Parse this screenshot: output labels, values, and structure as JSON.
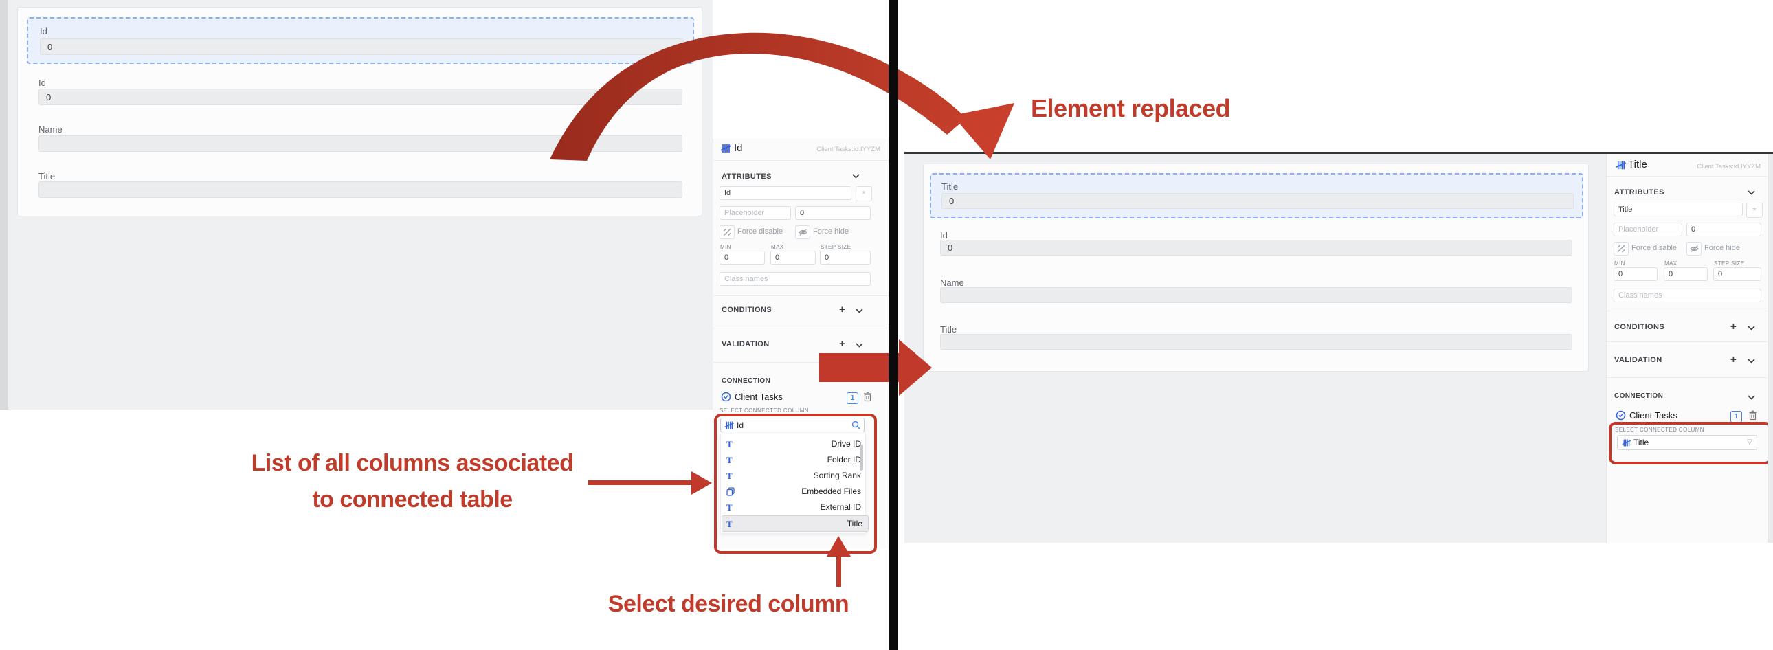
{
  "annotations": {
    "element_replaced": "Element replaced",
    "columns_caption_line1": "List of all columns associated",
    "columns_caption_line2": "to connected table",
    "select_caption": "Select desired column",
    "accent_color": "#c0392b"
  },
  "colors": {
    "annotation_red": "#c13b2b",
    "icon_blue": "#2d63e2",
    "selection_blue": "#8ab0f0",
    "canvas_gray": "#eef0f2"
  },
  "before": {
    "canvas": {
      "fields": [
        {
          "label": "Id",
          "value": "0",
          "selected": true
        },
        {
          "label": "Id",
          "value": "0"
        },
        {
          "label": "Name",
          "value": ""
        },
        {
          "label": "Title",
          "value": ""
        }
      ]
    },
    "inspector": {
      "title": "Id",
      "ref": "Client Tasks:id.IYYZM",
      "sections": {
        "attributes": "ATTRIBUTES",
        "conditions": "CONDITIONS",
        "validation": "VALIDATION",
        "connection": "CONNECTION"
      },
      "attributes": {
        "name_value": "Id",
        "star_glyph": "*",
        "placeholder_placeholder": "Placeholder",
        "default_value": "0",
        "force_disable_label": "Force disable",
        "force_hide_label": "Force hide",
        "min_label": "MIN",
        "max_label": "MAX",
        "step_label": "STEP SIZE",
        "min_value": "0",
        "max_value": "0",
        "step_value": "0",
        "class_placeholder": "Class names"
      },
      "connection": {
        "table_label": "Client Tasks",
        "badge": "1",
        "select_column_label": "SELECT CONNECTED COLUMN",
        "search_value": "Id",
        "columns": [
          {
            "label": "Drive ID",
            "icon": "text-column-icon"
          },
          {
            "label": "Folder ID",
            "icon": "text-column-icon"
          },
          {
            "label": "Sorting Rank",
            "icon": "text-column-icon"
          },
          {
            "label": "Embedded Files",
            "icon": "files-column-icon"
          },
          {
            "label": "External ID",
            "icon": "text-column-icon"
          },
          {
            "label": "Title",
            "icon": "text-column-icon",
            "highlighted": true
          }
        ]
      }
    }
  },
  "after": {
    "canvas": {
      "fields": [
        {
          "label": "Title",
          "value": "0",
          "selected": true
        },
        {
          "label": "Id",
          "value": "0"
        },
        {
          "label": "Name",
          "value": ""
        },
        {
          "label": "Title",
          "value": ""
        }
      ]
    },
    "inspector": {
      "title": "Title",
      "ref": "Client Tasks:id.IYYZM",
      "sections": {
        "attributes": "ATTRIBUTES",
        "conditions": "CONDITIONS",
        "validation": "VALIDATION",
        "connection": "CONNECTION"
      },
      "attributes": {
        "name_value": "Title",
        "star_glyph": "*",
        "placeholder_placeholder": "Placeholder",
        "default_value": "0",
        "force_disable_label": "Force disable",
        "force_hide_label": "Force hide",
        "min_label": "MIN",
        "max_label": "MAX",
        "step_label": "STEP SIZE",
        "min_value": "0",
        "max_value": "0",
        "step_value": "0",
        "class_placeholder": "Class names"
      },
      "connection": {
        "table_label": "Client Tasks",
        "badge": "1",
        "select_column_label": "SELECT CONNECTED COLUMN",
        "selected_column": "Title",
        "dropdown_glyph": "▽"
      }
    }
  }
}
